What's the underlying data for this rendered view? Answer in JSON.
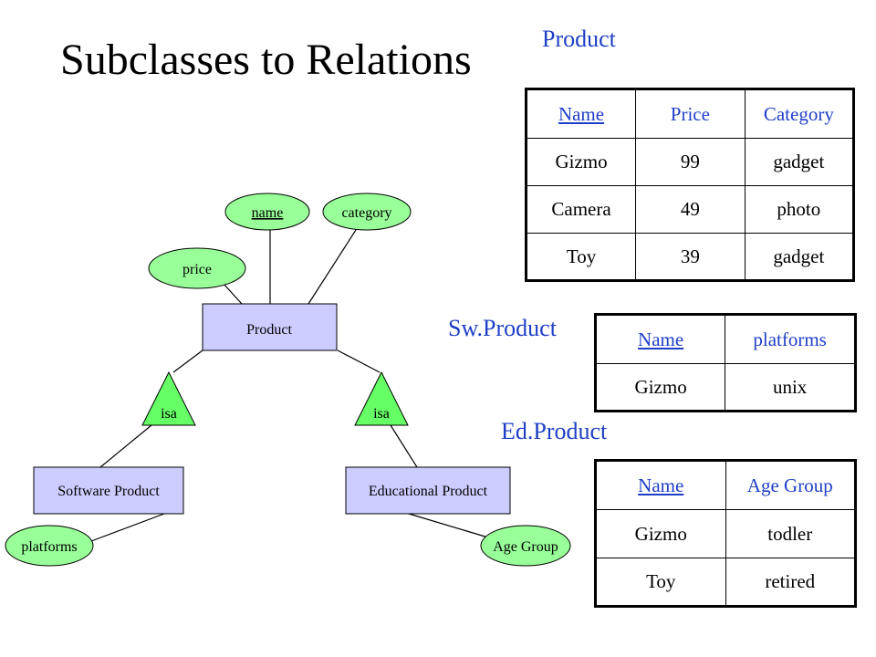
{
  "slide": {
    "title": "Subclasses to Relations"
  },
  "diagram": {
    "entities": {
      "product": "Product",
      "software_product": "Software Product",
      "educational_product": "Educational Product"
    },
    "attributes": {
      "name": "name",
      "category": "category",
      "price": "price",
      "platforms": "platforms",
      "age_group": "Age Group"
    },
    "isa_labels": {
      "left": "isa",
      "right": "isa"
    },
    "colors": {
      "entity_fill": "#ccccff",
      "attribute_fill": "#99ff99",
      "isa_fill": "#66ff66",
      "stroke": "#000000"
    }
  },
  "tables": {
    "product": {
      "caption": "Product",
      "headers": [
        "Name",
        "Price",
        "Category"
      ],
      "rows": [
        [
          "Gizmo",
          "99",
          "gadget"
        ],
        [
          "Camera",
          "49",
          "photo"
        ],
        [
          "Toy",
          "39",
          "gadget"
        ]
      ]
    },
    "sw_product": {
      "caption": "Sw.Product",
      "headers": [
        "Name",
        "platforms"
      ],
      "rows": [
        [
          "Gizmo",
          "unix"
        ]
      ]
    },
    "ed_product": {
      "caption": "Ed.Product",
      "headers": [
        "Name",
        "Age Group"
      ],
      "rows": [
        [
          "Gizmo",
          "todler"
        ],
        [
          "Toy",
          "retired"
        ]
      ]
    },
    "colors": {
      "header_text": "#1f3ec7",
      "cell_text": "#000000"
    }
  }
}
